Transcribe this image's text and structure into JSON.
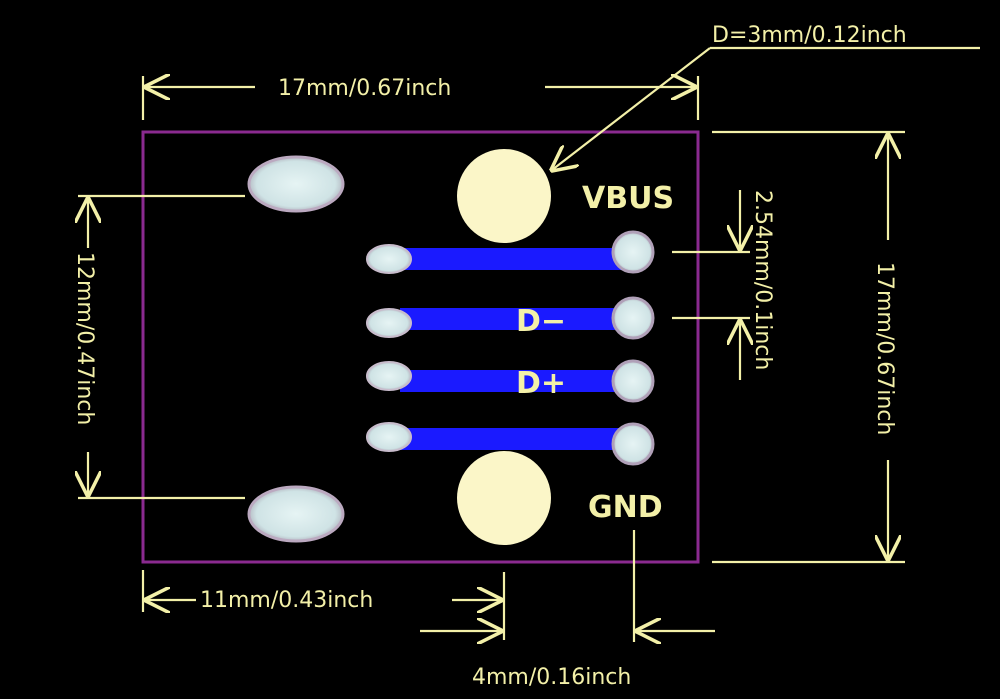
{
  "board": {
    "labels": {
      "vbus": "VBUS",
      "dminus": "D−",
      "dplus": "D+",
      "gnd": "GND"
    }
  },
  "dimensions": {
    "hole_diameter": "D=3mm/0.12inch",
    "width_top": "17mm/0.67inch",
    "height_right": "17mm/0.67inch",
    "pin_pitch": "2.54mm/0.1inch",
    "mount_spacing": "12mm/0.47inch",
    "bottom_offset": "11mm/0.43inch",
    "gnd_offset": "4mm/0.16inch"
  },
  "colors": {
    "background": "#000000",
    "board_outline": "#8a2a8f",
    "trace": "#1a1aff",
    "annotation": "#f3f0a8",
    "pad": "#d8ecec",
    "big_pad": "#fbf6c8"
  }
}
